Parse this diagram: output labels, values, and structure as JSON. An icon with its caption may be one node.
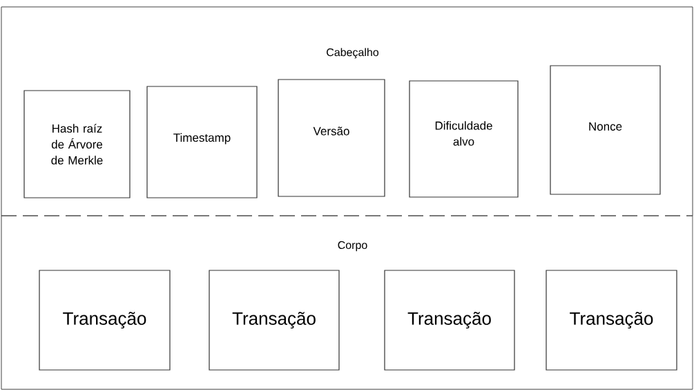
{
  "diagram": {
    "nodes": [
      {
        "text": [
          "Cabeçalho"
        ]
      },
      {
        "text": [
          "Hash raíz de Árvore de Merkle"
        ],
        "in": 0
      },
      {
        "text": [
          "Timestamp"
        ],
        "in": 0
      },
      {
        "text": [
          "Versão"
        ],
        "in": 0
      },
      {
        "text": [
          "Dificuldade alvo"
        ],
        "in": 0
      },
      {
        "text": [
          "Nonce"
        ],
        "in": 0
      },
      {
        "text": [
          "Corpo"
        ]
      },
      {
        "text": [
          "Transação"
        ],
        "in": 6
      },
      {
        "text": [
          "Transação"
        ],
        "in": 6
      },
      {
        "text": [
          "Transação"
        ],
        "in": 6
      },
      {
        "text": [
          "Transação"
        ],
        "in": 6
      }
    ]
  }
}
